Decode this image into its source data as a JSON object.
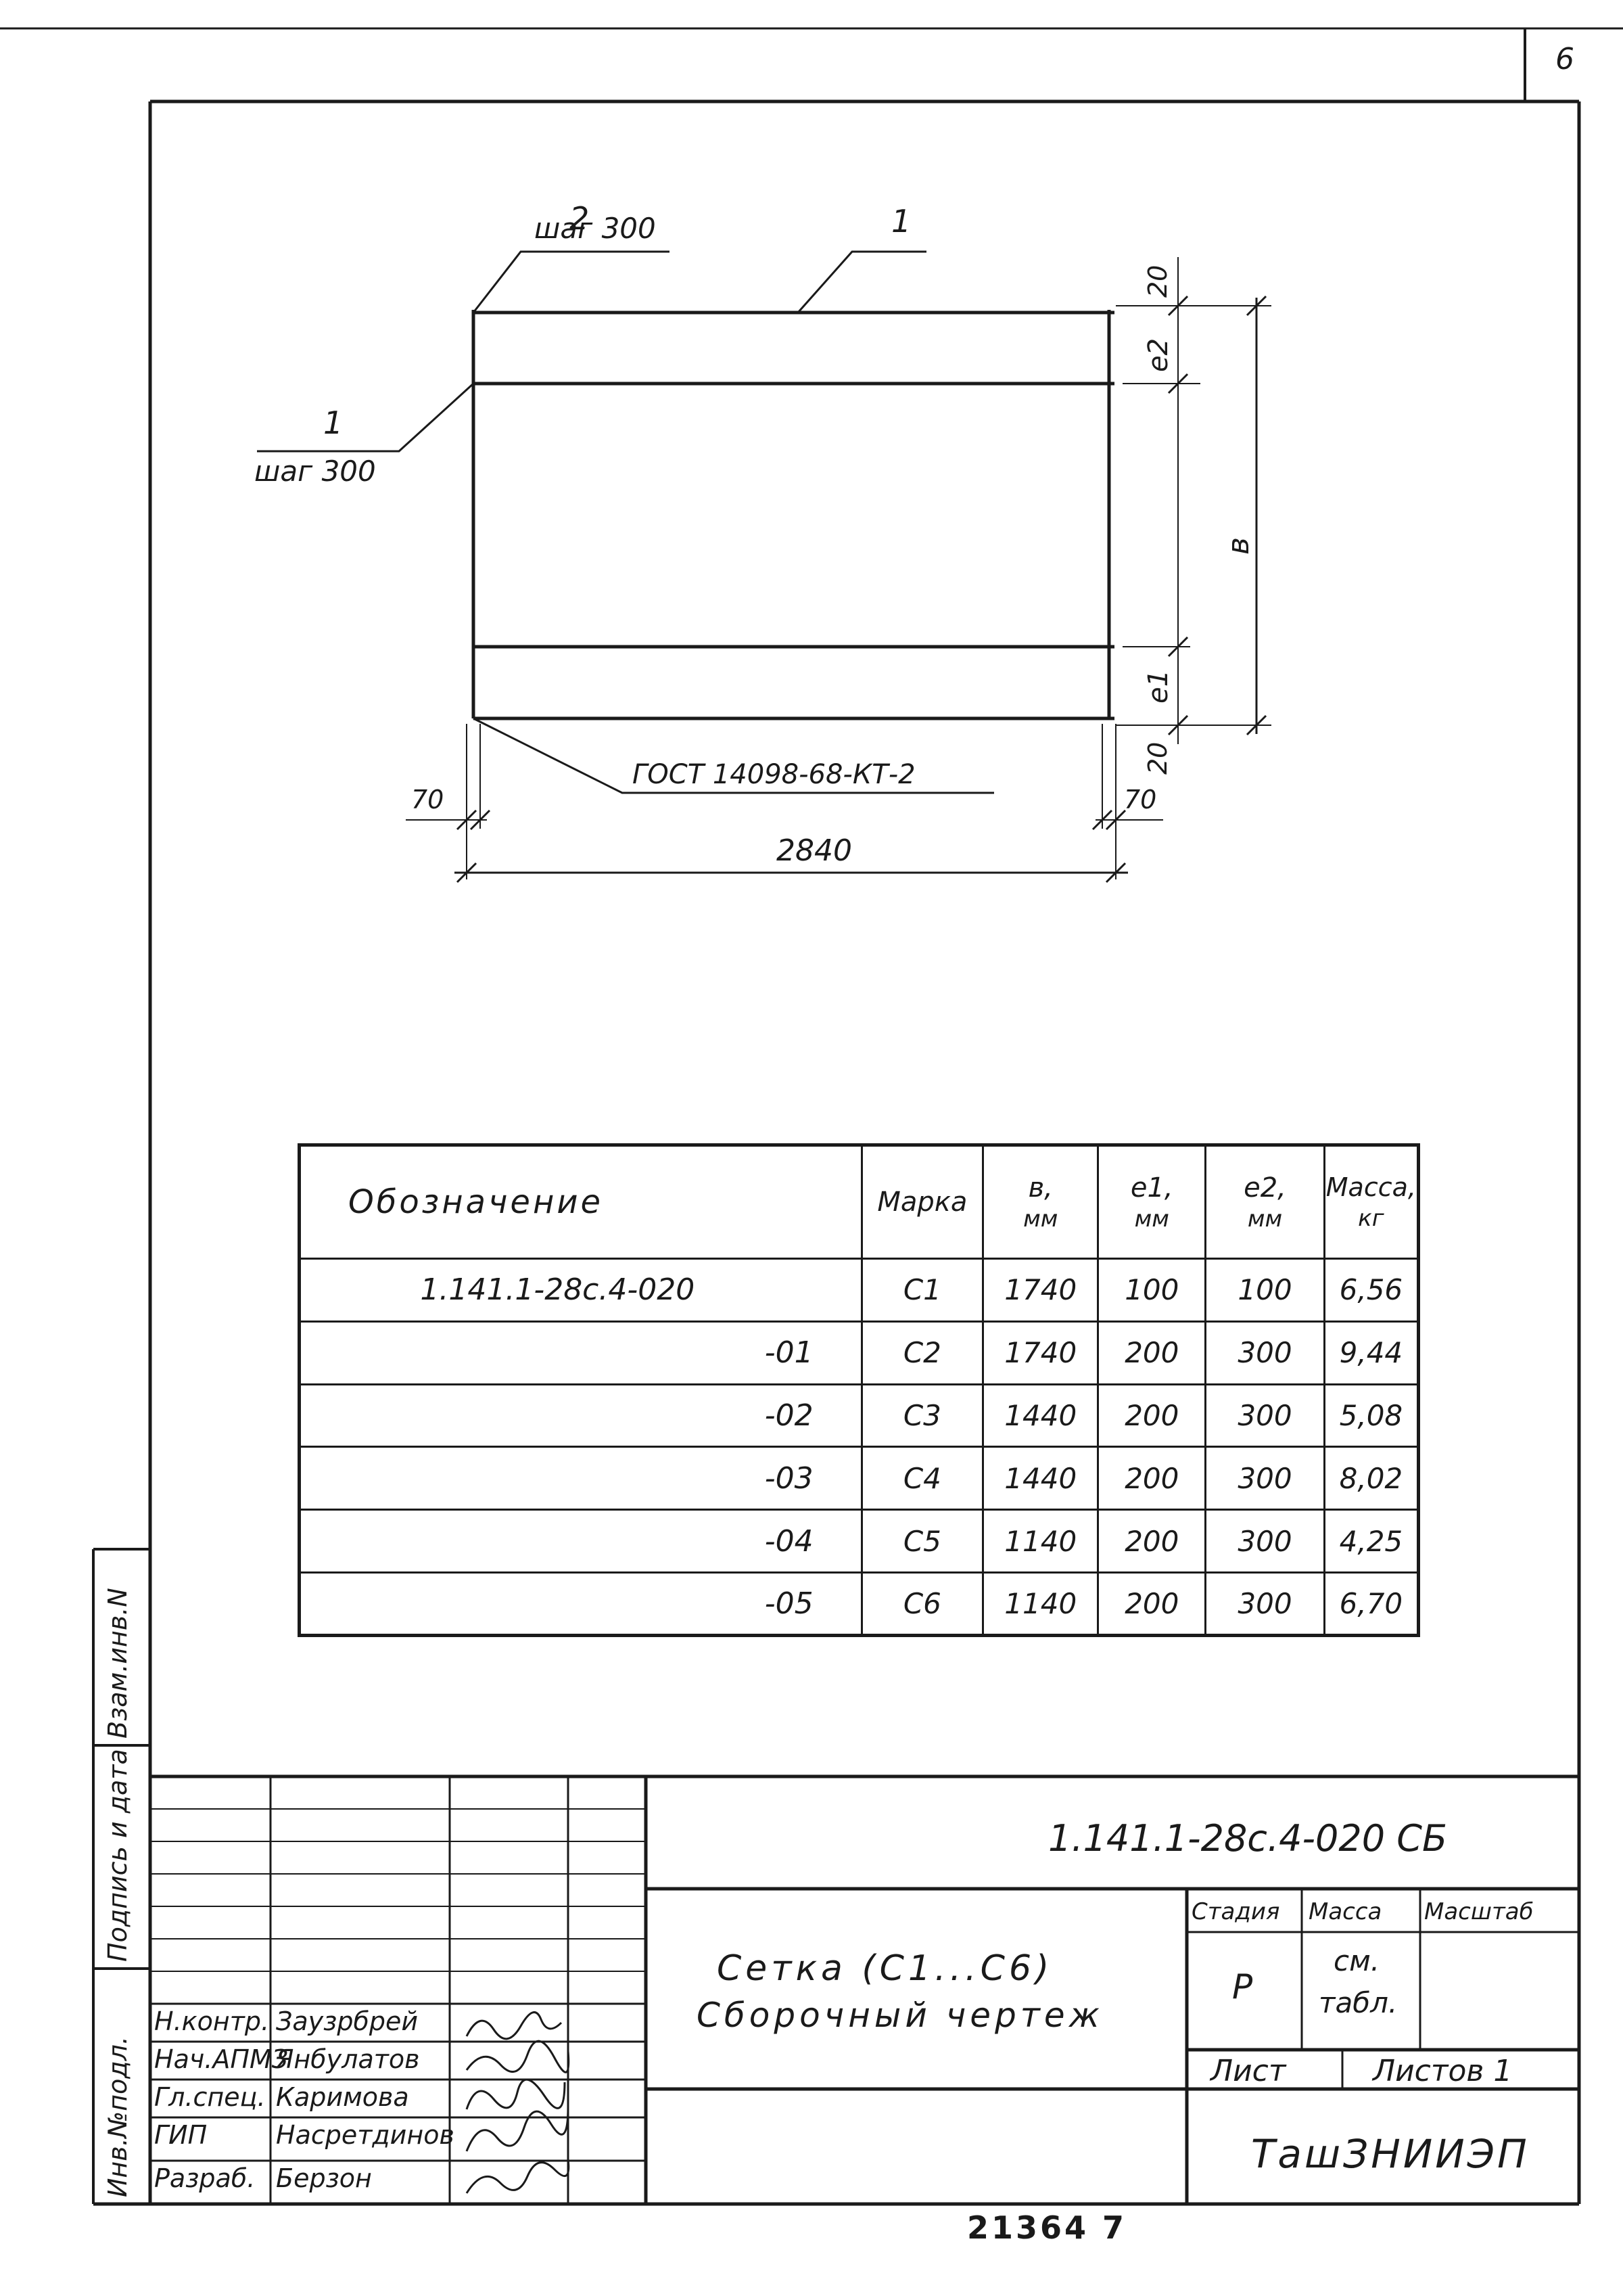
{
  "sheet_number": "6",
  "drawing": {
    "label_top_num": "2",
    "label_top_text": "шаг 300",
    "label_top_right": "1",
    "label_left_num": "1",
    "label_left_text": "шаг 300",
    "gost": "ГОСТ 14098-68-КТ-2",
    "dim_20_top": "20",
    "dim_e2": "е2",
    "dim_b": "в",
    "dim_e1": "е1",
    "dim_20_bottom": "20",
    "dim_70_left": "70",
    "dim_70_right": "70",
    "dim_2840": "2840"
  },
  "spec_table": {
    "headers": {
      "designation": "Обозначение",
      "mark": "Марка",
      "b": "в,",
      "b_unit": "мм",
      "e1": "е1,",
      "e1_unit": "мм",
      "e2": "е2,",
      "e2_unit": "мм",
      "mass": "Масса,",
      "mass_unit": "кг"
    },
    "rows": [
      {
        "designation": "1.141.1-28с.4-020",
        "mark": "С1",
        "b": "1740",
        "e1": "100",
        "e2": "100",
        "mass": "6,56"
      },
      {
        "designation": "-01",
        "mark": "С2",
        "b": "1740",
        "e1": "200",
        "e2": "300",
        "mass": "9,44"
      },
      {
        "designation": "-02",
        "mark": "С3",
        "b": "1440",
        "e1": "200",
        "e2": "300",
        "mass": "5,08"
      },
      {
        "designation": "-03",
        "mark": "С4",
        "b": "1440",
        "e1": "200",
        "e2": "300",
        "mass": "8,02"
      },
      {
        "designation": "-04",
        "mark": "С5",
        "b": "1140",
        "e1": "200",
        "e2": "300",
        "mass": "4,25"
      },
      {
        "designation": "-05",
        "mark": "С6",
        "b": "1140",
        "e1": "200",
        "e2": "300",
        "mass": "6,70"
      }
    ]
  },
  "left_strip": {
    "inv_ref": "Взам.инв.N",
    "sign_date": "Подпись и дата",
    "inv_orig": "Инв.№подл."
  },
  "title_block": {
    "doc_code": "1.141.1-28с.4-020 СБ",
    "title_line1": "Сетка (С1...С6)",
    "title_line2": "Сборочный чертеж",
    "stage_label": "Стадия",
    "mass_label": "Масса",
    "scale_label": "Масштаб",
    "stage_value": "Р",
    "mass_value_1": "см.",
    "mass_value_2": "табл.",
    "sheet_label": "Лист",
    "sheets_label": "Листов 1",
    "organization": "ТашЗНИИЭП",
    "roles": [
      {
        "role": "Н.контр.",
        "name": "Заузрбрей"
      },
      {
        "role": "Нач.АПМЗ",
        "name": "Янбулатов"
      },
      {
        "role": "Гл.спец.",
        "name": "Каримова"
      },
      {
        "role": "ГИП",
        "name": "Насретдинов"
      },
      {
        "role": "Разраб.",
        "name": "Берзон"
      }
    ]
  },
  "footer_number": "21364 7"
}
